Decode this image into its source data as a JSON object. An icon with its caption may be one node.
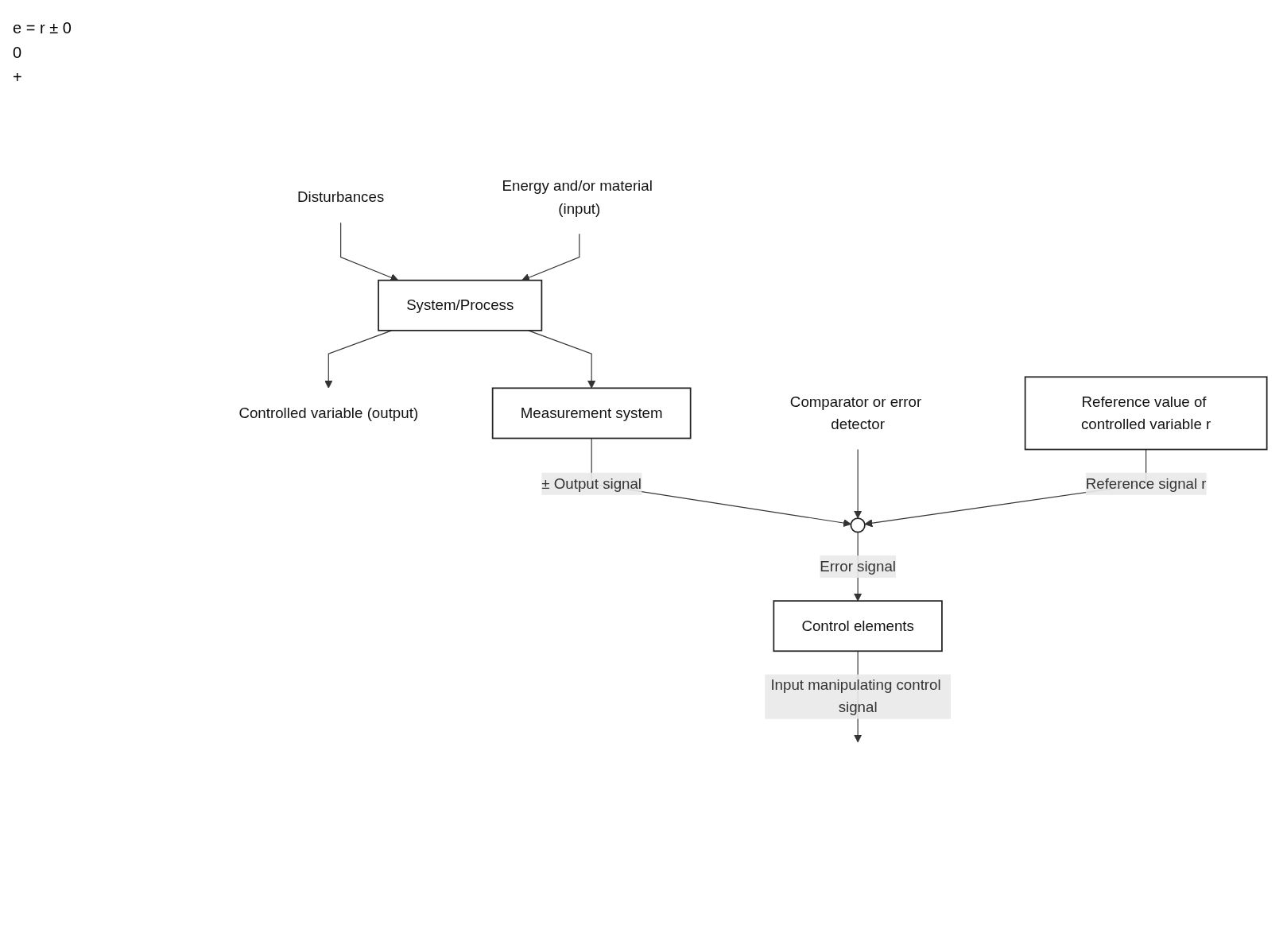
{
  "diagram": {
    "nodes": [
      {
        "text": [
          "Disturbances"
        ]
      },
      {
        "text": [
          "Energy and/or material (input)"
        ]
      },
      {
        "text": [
          "System/Process"
        ]
      },
      {
        "text": [
          "Controlled variable (output)"
        ]
      },
      {
        "text": [
          "Measurement system"
        ]
      },
      {
        "text": [
          "Comparator or error detector"
        ]
      },
      {
        "text": [],
        "shape": "circle"
      },
      {
        "text": [
          "Control elements"
        ]
      },
      {
        "text": [
          "Reference value of controlled variable r"
        ]
      }
    ],
    "edges": [
      {
        "from": 0,
        "to": 2,
        "arrow": "to"
      },
      {
        "from": 1,
        "to": 2,
        "arrow": "to"
      },
      {
        "from": 2,
        "to": 3,
        "arrow": "to"
      },
      {
        "from": 2,
        "to": 4,
        "arrow": "to"
      },
      {
        "from": 4,
        "to": 6,
        "arrow": "to",
        "label": "± Output signal"
      },
      {
        "from": 5,
        "to": 6,
        "arrow": "to"
      },
      {
        "from": 6,
        "to": 7,
        "arrow": "to",
        "label": "Error signal"
      },
      {
        "from": 7,
        "to": null,
        "arrow": "to",
        "label": "Input manipulating control signal"
      },
      {
        "from": 8,
        "to": 6,
        "arrow": "to",
        "label": "Reference signal r"
      }
    ],
    "labels": [
      "e = r ± 0",
      "0",
      "+"
    ]
  }
}
